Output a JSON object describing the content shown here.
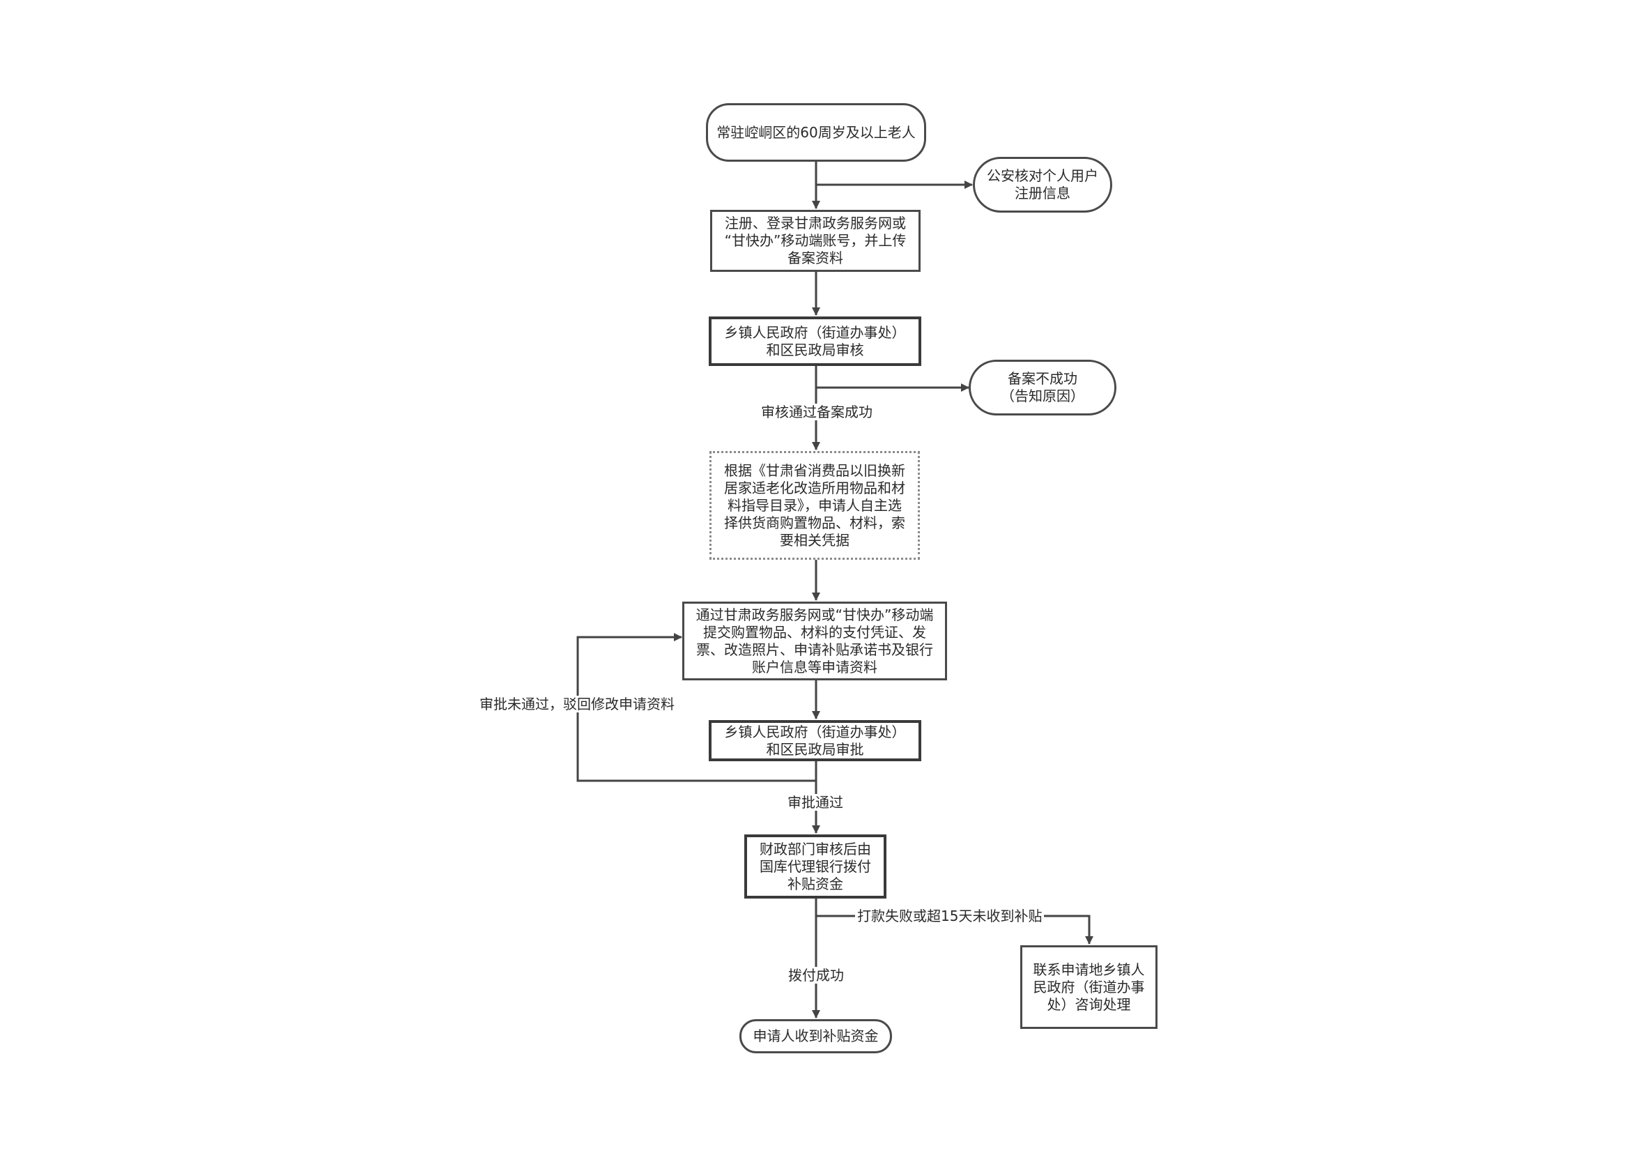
{
  "nodes": {
    "start": "常驻崆峒区的60周岁及以上老人",
    "police_verify": "公安核对个人用户\n注册信息",
    "register": "注册、登录甘肃政务服务网或\n“甘快办”移动端账号，并上传\n备案资料",
    "township_review": "乡镇人民政府（街道办事处）\n和区民政局审核",
    "filing_failed": "备案不成功\n（告知原因）",
    "select_purchase": "根据《甘肃省消费品以旧换新\n居家适老化改造所用物品和材\n料指导目录》，申请人自主选\n择供货商购置物品、材料，索\n要相关凭据",
    "submit_materials": "通过甘肃政务服务网或“甘快办”移动端\n提交购置物品、材料的支付凭证、发\n票、改造照片、申请补贴承诺书及银行\n账户信息等申请资料",
    "township_approve": "乡镇人民政府（街道办事处）\n和区民政局审批",
    "finance_pay": "财政部门审核后由\n国库代理银行拨付\n补贴资金",
    "contact_township": "联系申请地乡镇人\n民政府（街道办事\n处）咨询处理",
    "end": "申请人收到补贴资金"
  },
  "edge_labels": {
    "review_passed": "审核通过备案成功",
    "approval_rejected": "审批未通过，驳回修改申请资料",
    "approval_passed": "审批通过",
    "payment_failed": "打款失败或超15天未收到补贴",
    "payment_success": "拨付成功"
  },
  "colors": {
    "line": "#444444",
    "border": "#4a4a4a",
    "dotted_border": "#8a8a8a",
    "text": "#2a2a2a"
  }
}
